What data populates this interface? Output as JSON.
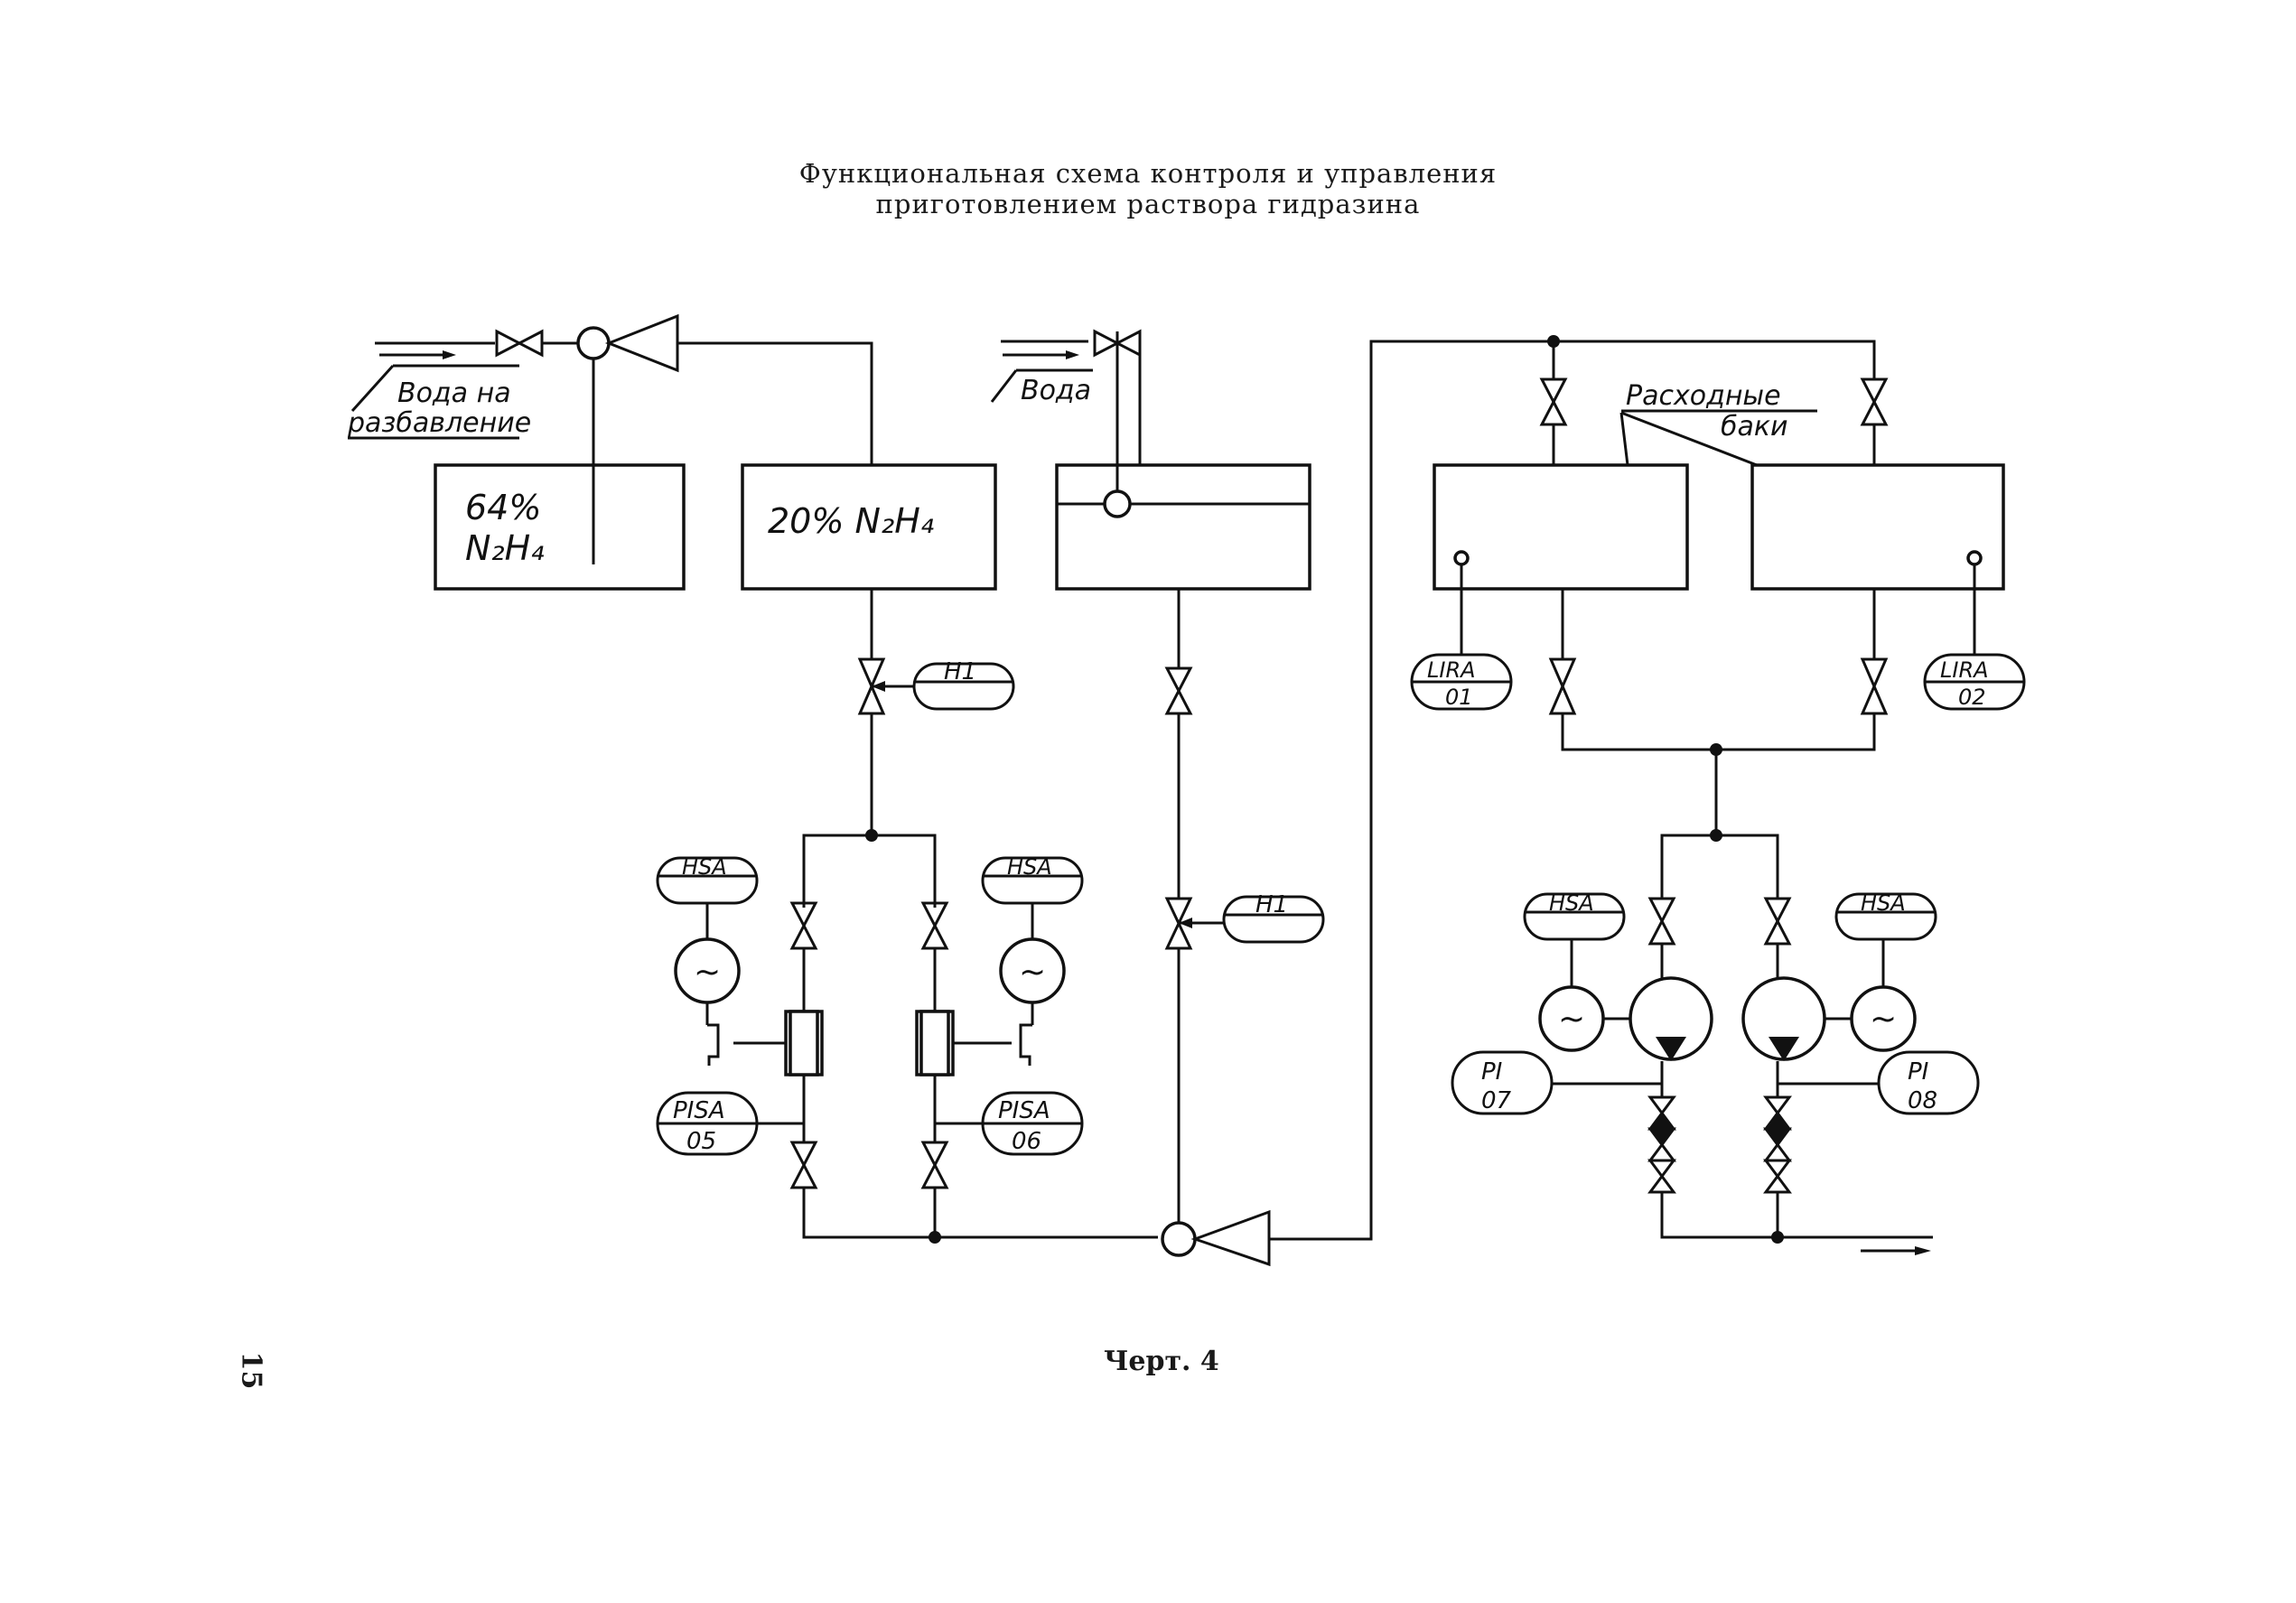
{
  "title": {
    "line1": "Функциональная схема контроля и управления",
    "line2": "приготовлением раствора гидразина"
  },
  "caption": "Черт. 4",
  "page_number": "15",
  "inputs": {
    "dilution_water": [
      "Вода на",
      "разбавление"
    ],
    "water": "Вода"
  },
  "tanks": {
    "tank1": [
      "64%",
      "N₂H₄"
    ],
    "tank2": "20% N₂H₄",
    "service_tanks_label": [
      "Расходные",
      "баки"
    ]
  },
  "instruments": {
    "hi_1": "H1",
    "hi_2": "H1",
    "hsa_1": "HSA",
    "hsa_2": "HSA",
    "hsa_3": "HSA",
    "hsa_4": "HSA",
    "pisa_1": [
      "PISA",
      "05"
    ],
    "pisa_2": [
      "PISA",
      "06"
    ],
    "lira_1": [
      "LIRA",
      "01"
    ],
    "lira_2": [
      "LIRA",
      "02"
    ],
    "pi_1": [
      "PI",
      "07"
    ],
    "pi_2": [
      "PI",
      "08"
    ]
  },
  "colors": {
    "line": "#111111",
    "background": "#ffffff"
  }
}
